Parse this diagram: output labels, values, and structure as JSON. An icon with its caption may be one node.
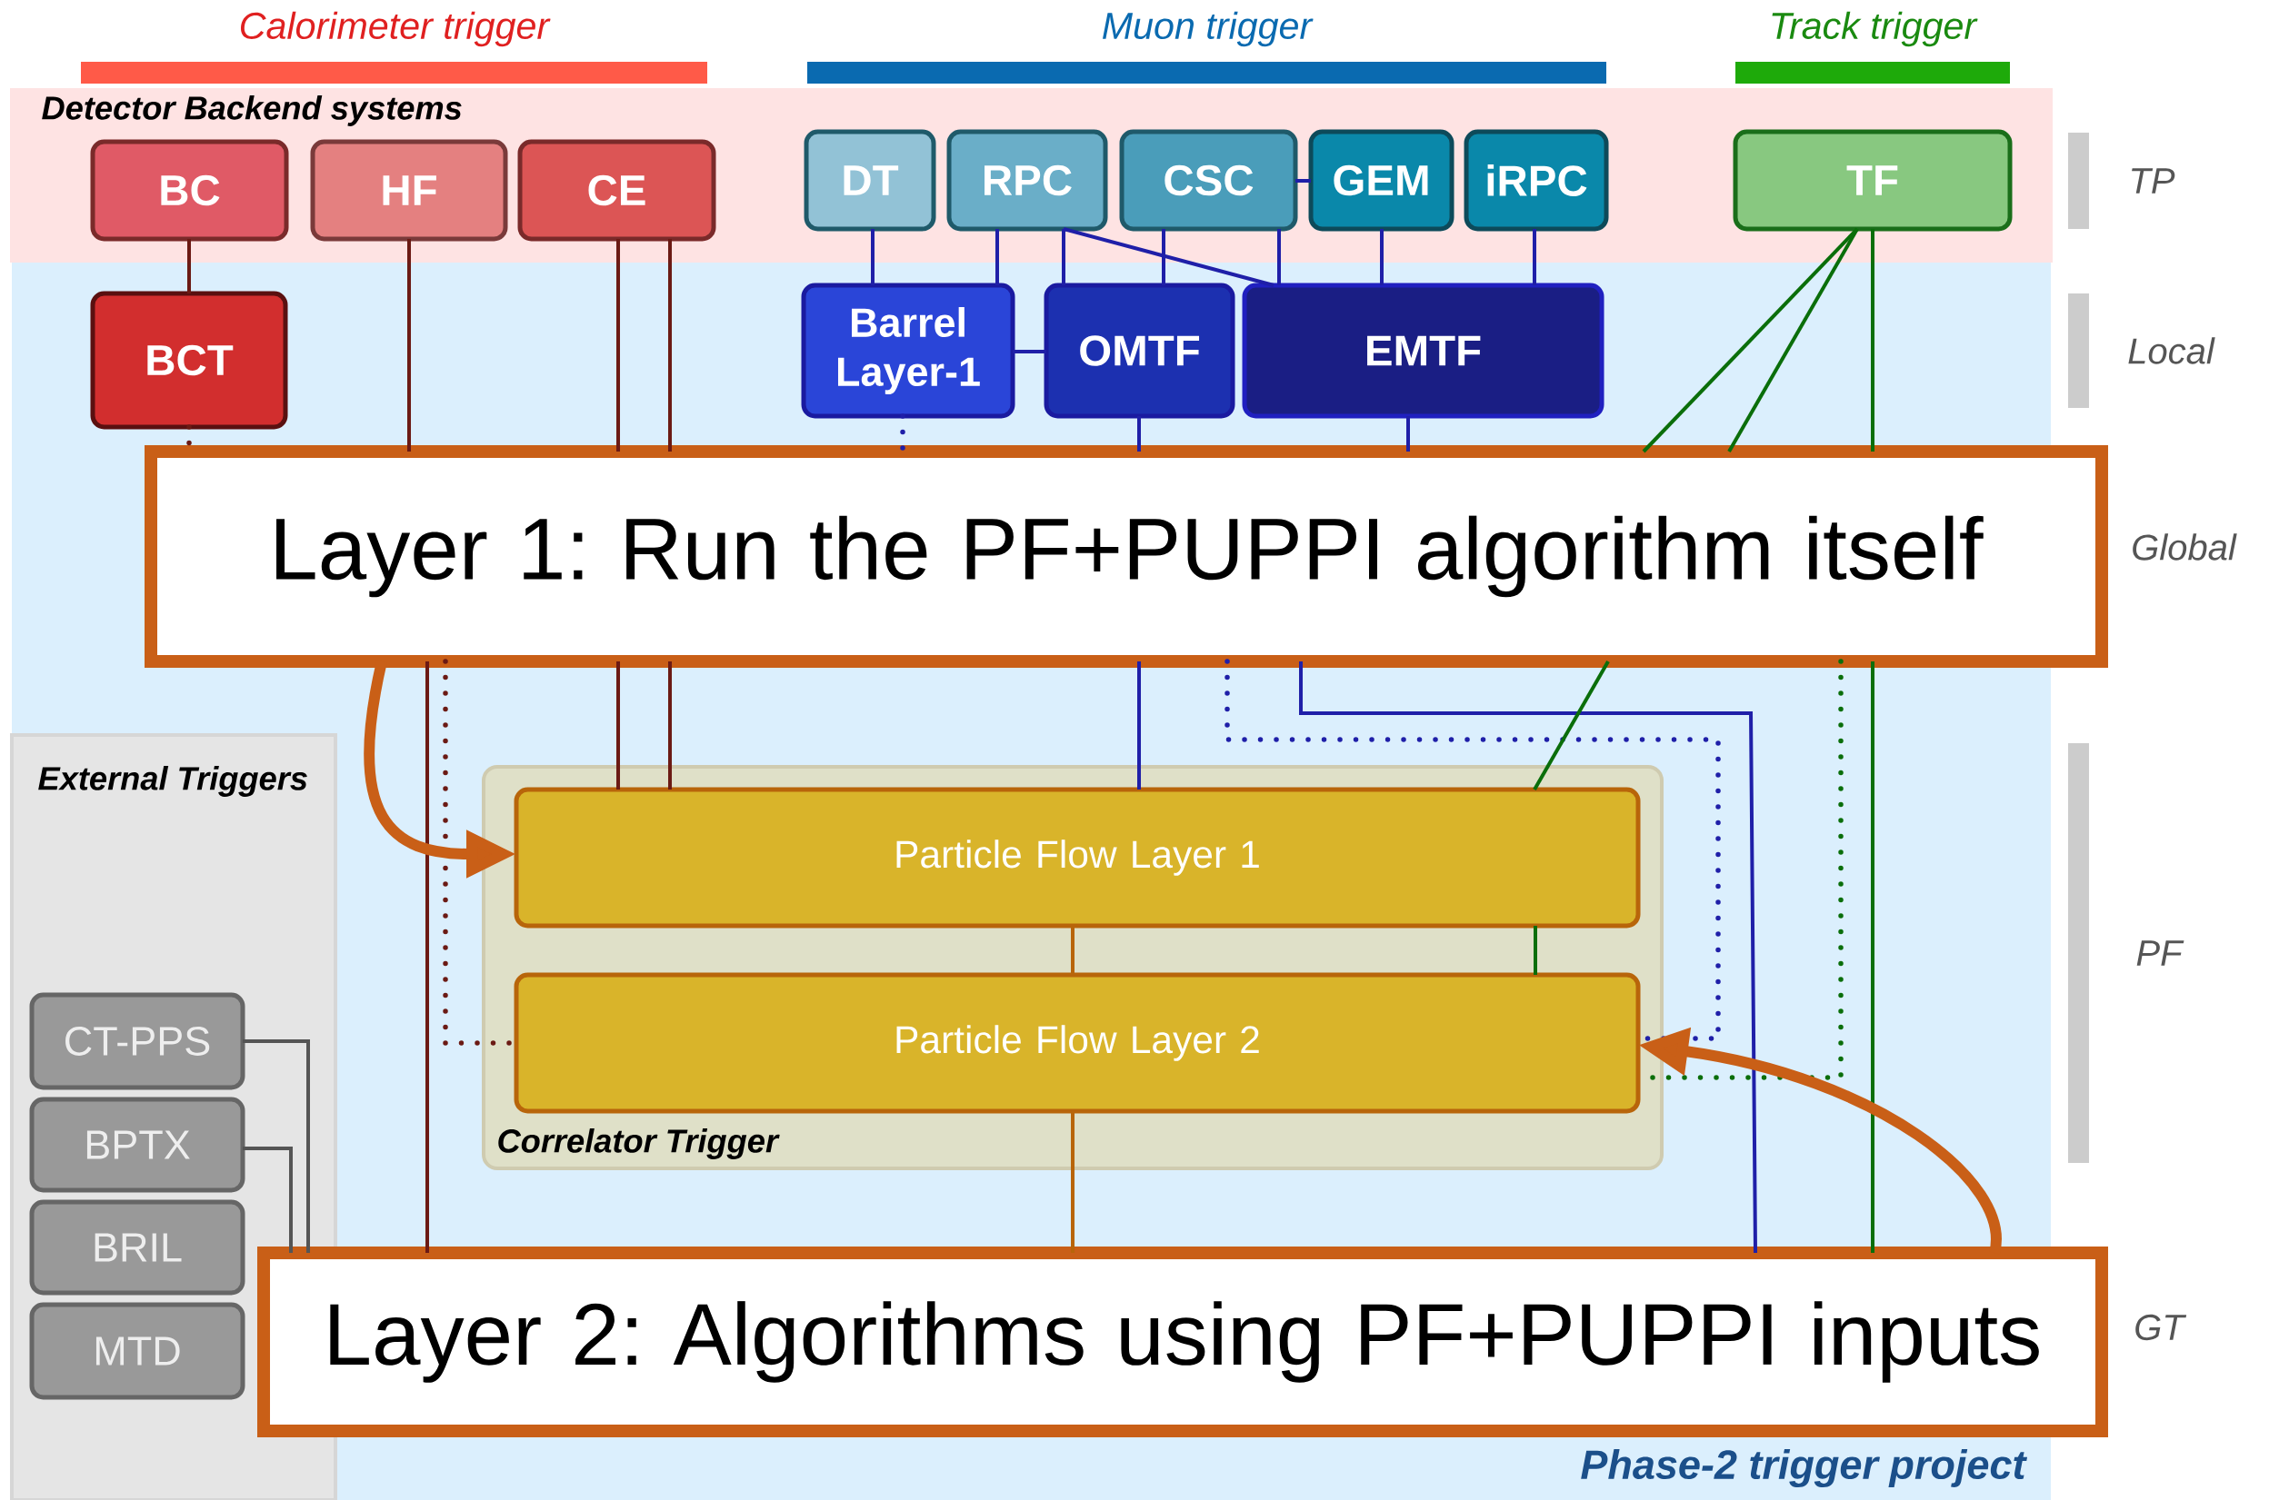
{
  "diagram": {
    "nodes": [
      {
        "text": [
          "Detector Backend systems"
        ]
      },
      {
        "text": [
          "BC"
        ],
        "in": 0
      },
      {
        "text": [
          "HF"
        ],
        "in": 0
      },
      {
        "text": [
          "CE"
        ],
        "in": 0
      },
      {
        "text": [
          "DT"
        ],
        "in": 0
      },
      {
        "text": [
          "RPC"
        ],
        "in": 0
      },
      {
        "text": [
          "CSC"
        ],
        "in": 0
      },
      {
        "text": [
          "GEM"
        ],
        "in": 0
      },
      {
        "text": [
          "iRPC"
        ],
        "in": 0
      },
      {
        "text": [
          "TF"
        ],
        "in": 0
      },
      {
        "text": [
          "BCT"
        ]
      },
      {
        "text": [
          "Barrel Layer-1"
        ]
      },
      {
        "text": [
          "OMTF"
        ]
      },
      {
        "text": [
          "EMTF"
        ]
      },
      {
        "text": [
          "Layer 1: Run the PF+PUPPI algorithm itself"
        ]
      },
      {
        "text": [
          "External Triggers"
        ]
      },
      {
        "text": [
          "CT-PPS"
        ],
        "in": 15
      },
      {
        "text": [
          "BPTX"
        ],
        "in": 15
      },
      {
        "text": [
          "BRIL"
        ],
        "in": 15
      },
      {
        "text": [
          "MTD"
        ],
        "in": 15
      },
      {
        "text": [
          "Correlator Trigger"
        ]
      },
      {
        "text": [
          "Particle Flow Layer 1"
        ],
        "in": 20
      },
      {
        "text": [
          "Particle Flow Layer 2"
        ],
        "in": 20
      },
      {
        "text": [
          "Layer 2: Algorithms using PF+PUPPI inputs"
        ]
      },
      {
        "text": [
          "Calorimeter trigger"
        ]
      },
      {
        "text": [
          "Muon trigger"
        ]
      },
      {
        "text": [
          "Track trigger"
        ]
      },
      {
        "text": [
          "TP"
        ]
      },
      {
        "text": [
          "Local"
        ]
      },
      {
        "text": [
          "PF"
        ]
      }
    ],
    "edges": [
      {
        "from": 1,
        "to": 10,
        "arrow": "none",
        "color": "#6b1a14"
      },
      {
        "from": 10,
        "to": 14,
        "arrow": "none",
        "style": "dashed",
        "color": "#6b1a14"
      },
      {
        "from": 14,
        "to": 22,
        "arrow": "none",
        "style": "dashed",
        "color": "#6b1a14"
      },
      {
        "from": 2,
        "to": 14,
        "arrow": "none",
        "color": "#6b1a14"
      },
      {
        "from": 14,
        "to": 23,
        "arrow": "none",
        "color": "#6b1a14"
      },
      {
        "from": 3,
        "to": 14,
        "arrow": "none",
        "color": "#6b1a14"
      },
      {
        "from": 14,
        "to": 21,
        "arrow": "none",
        "color": "#6b1a14"
      },
      {
        "from": 3,
        "to": 14,
        "arrow": "none",
        "color": "#6b1a14"
      },
      {
        "from": 14,
        "to": 21,
        "arrow": "none",
        "color": "#6b1a14"
      },
      {
        "from": 4,
        "to": 11,
        "arrow": "none"
      },
      {
        "from": 5,
        "to": 11,
        "arrow": "none"
      },
      {
        "from": 5,
        "to": 12,
        "arrow": "none"
      },
      {
        "from": 5,
        "to": 13,
        "arrow": "none"
      },
      {
        "from": 6,
        "to": 12,
        "arrow": "none"
      },
      {
        "from": 6,
        "to": 13,
        "arrow": "none"
      },
      {
        "from": 6,
        "to": 7,
        "arrow": "none"
      },
      {
        "from": 7,
        "to": 13,
        "arrow": "none"
      },
      {
        "from": 8,
        "to": 13,
        "arrow": "none"
      },
      {
        "from": 11,
        "to": 12,
        "arrow": "none"
      },
      {
        "from": 12,
        "to": 14,
        "arrow": "none"
      },
      {
        "from": 14,
        "to": 21,
        "arrow": "none"
      },
      {
        "from": 11,
        "to": 14,
        "arrow": "none",
        "style": "dashed"
      },
      {
        "from": 14,
        "to": 22,
        "arrow": "none",
        "style": "dashed"
      },
      {
        "from": 13,
        "to": 14,
        "arrow": "none"
      },
      {
        "from": 14,
        "to": 23,
        "arrow": "none"
      },
      {
        "from": 9,
        "to": 14,
        "arrow": "none",
        "color": "#0a6e0a"
      },
      {
        "from": 14,
        "to": 21,
        "arrow": "none",
        "color": "#0a6e0a"
      },
      {
        "from": 9,
        "to": 14,
        "arrow": "none",
        "color": "#0a6e0a"
      },
      {
        "from": 9,
        "to": 14,
        "arrow": "none",
        "color": "#0a6e0a"
      },
      {
        "from": 14,
        "to": 23,
        "arrow": "none",
        "color": "#0a6e0a"
      },
      {
        "from": 14,
        "to": 22,
        "arrow": "none",
        "style": "dashed",
        "color": "#0a6e0a"
      },
      {
        "from": 21,
        "to": 22,
        "arrow": "none",
        "color": "#b8650a"
      },
      {
        "from": 21,
        "to": 22,
        "arrow": "none",
        "color": "#0a6e0a"
      },
      {
        "from": 22,
        "to": 23,
        "arrow": "none",
        "color": "#b8650a"
      },
      {
        "from": 16,
        "to": 23,
        "arrow": "none",
        "color": "#555555"
      },
      {
        "from": 17,
        "to": 23,
        "arrow": "none",
        "color": "#555555"
      },
      {
        "from": 14,
        "to": 21,
        "arrow": "to",
        "style": "thick",
        "color": "#c95f17"
      },
      {
        "from": 23,
        "to": 22,
        "arrow": "to",
        "style": "thick",
        "color": "#c95f17"
      }
    ],
    "labels": [
      "Global",
      "GT",
      "Phase-2 trigger project"
    ]
  }
}
